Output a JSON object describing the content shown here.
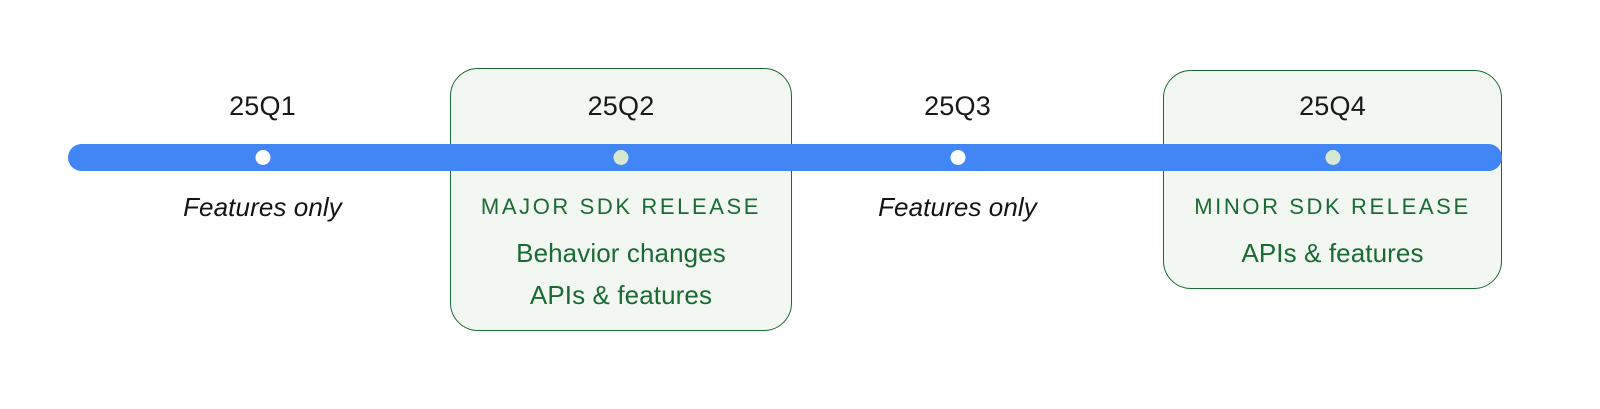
{
  "diagram": {
    "type": "timeline",
    "orientation": "horizontal",
    "colors": {
      "rail": "#4285f4",
      "card_border": "#1a6b33",
      "card_fill": "#f2f7f2",
      "release_text": "#1a6b33",
      "plain_text": "#121316",
      "dot_plain": "#ffffff",
      "dot_release": "#d7e8d4"
    },
    "quarters": [
      {
        "id": "25q1",
        "label": "25Q1",
        "highlighted": false,
        "dot_style": "white",
        "notes": [
          {
            "text": "Features only",
            "style": "italic"
          }
        ]
      },
      {
        "id": "25q2",
        "label": "25Q2",
        "highlighted": true,
        "dot_style": "green",
        "notes": [
          {
            "text": "MAJOR SDK RELEASE",
            "style": "kicker"
          },
          {
            "text": "Behavior changes",
            "style": "release"
          },
          {
            "text": "APIs & features",
            "style": "release"
          }
        ]
      },
      {
        "id": "25q3",
        "label": "25Q3",
        "highlighted": false,
        "dot_style": "white",
        "notes": [
          {
            "text": "Features only",
            "style": "italic"
          }
        ]
      },
      {
        "id": "25q4",
        "label": "25Q4",
        "highlighted": true,
        "dot_style": "green",
        "notes": [
          {
            "text": "MINOR SDK RELEASE",
            "style": "kicker"
          },
          {
            "text": "APIs & features",
            "style": "release"
          }
        ]
      }
    ]
  }
}
